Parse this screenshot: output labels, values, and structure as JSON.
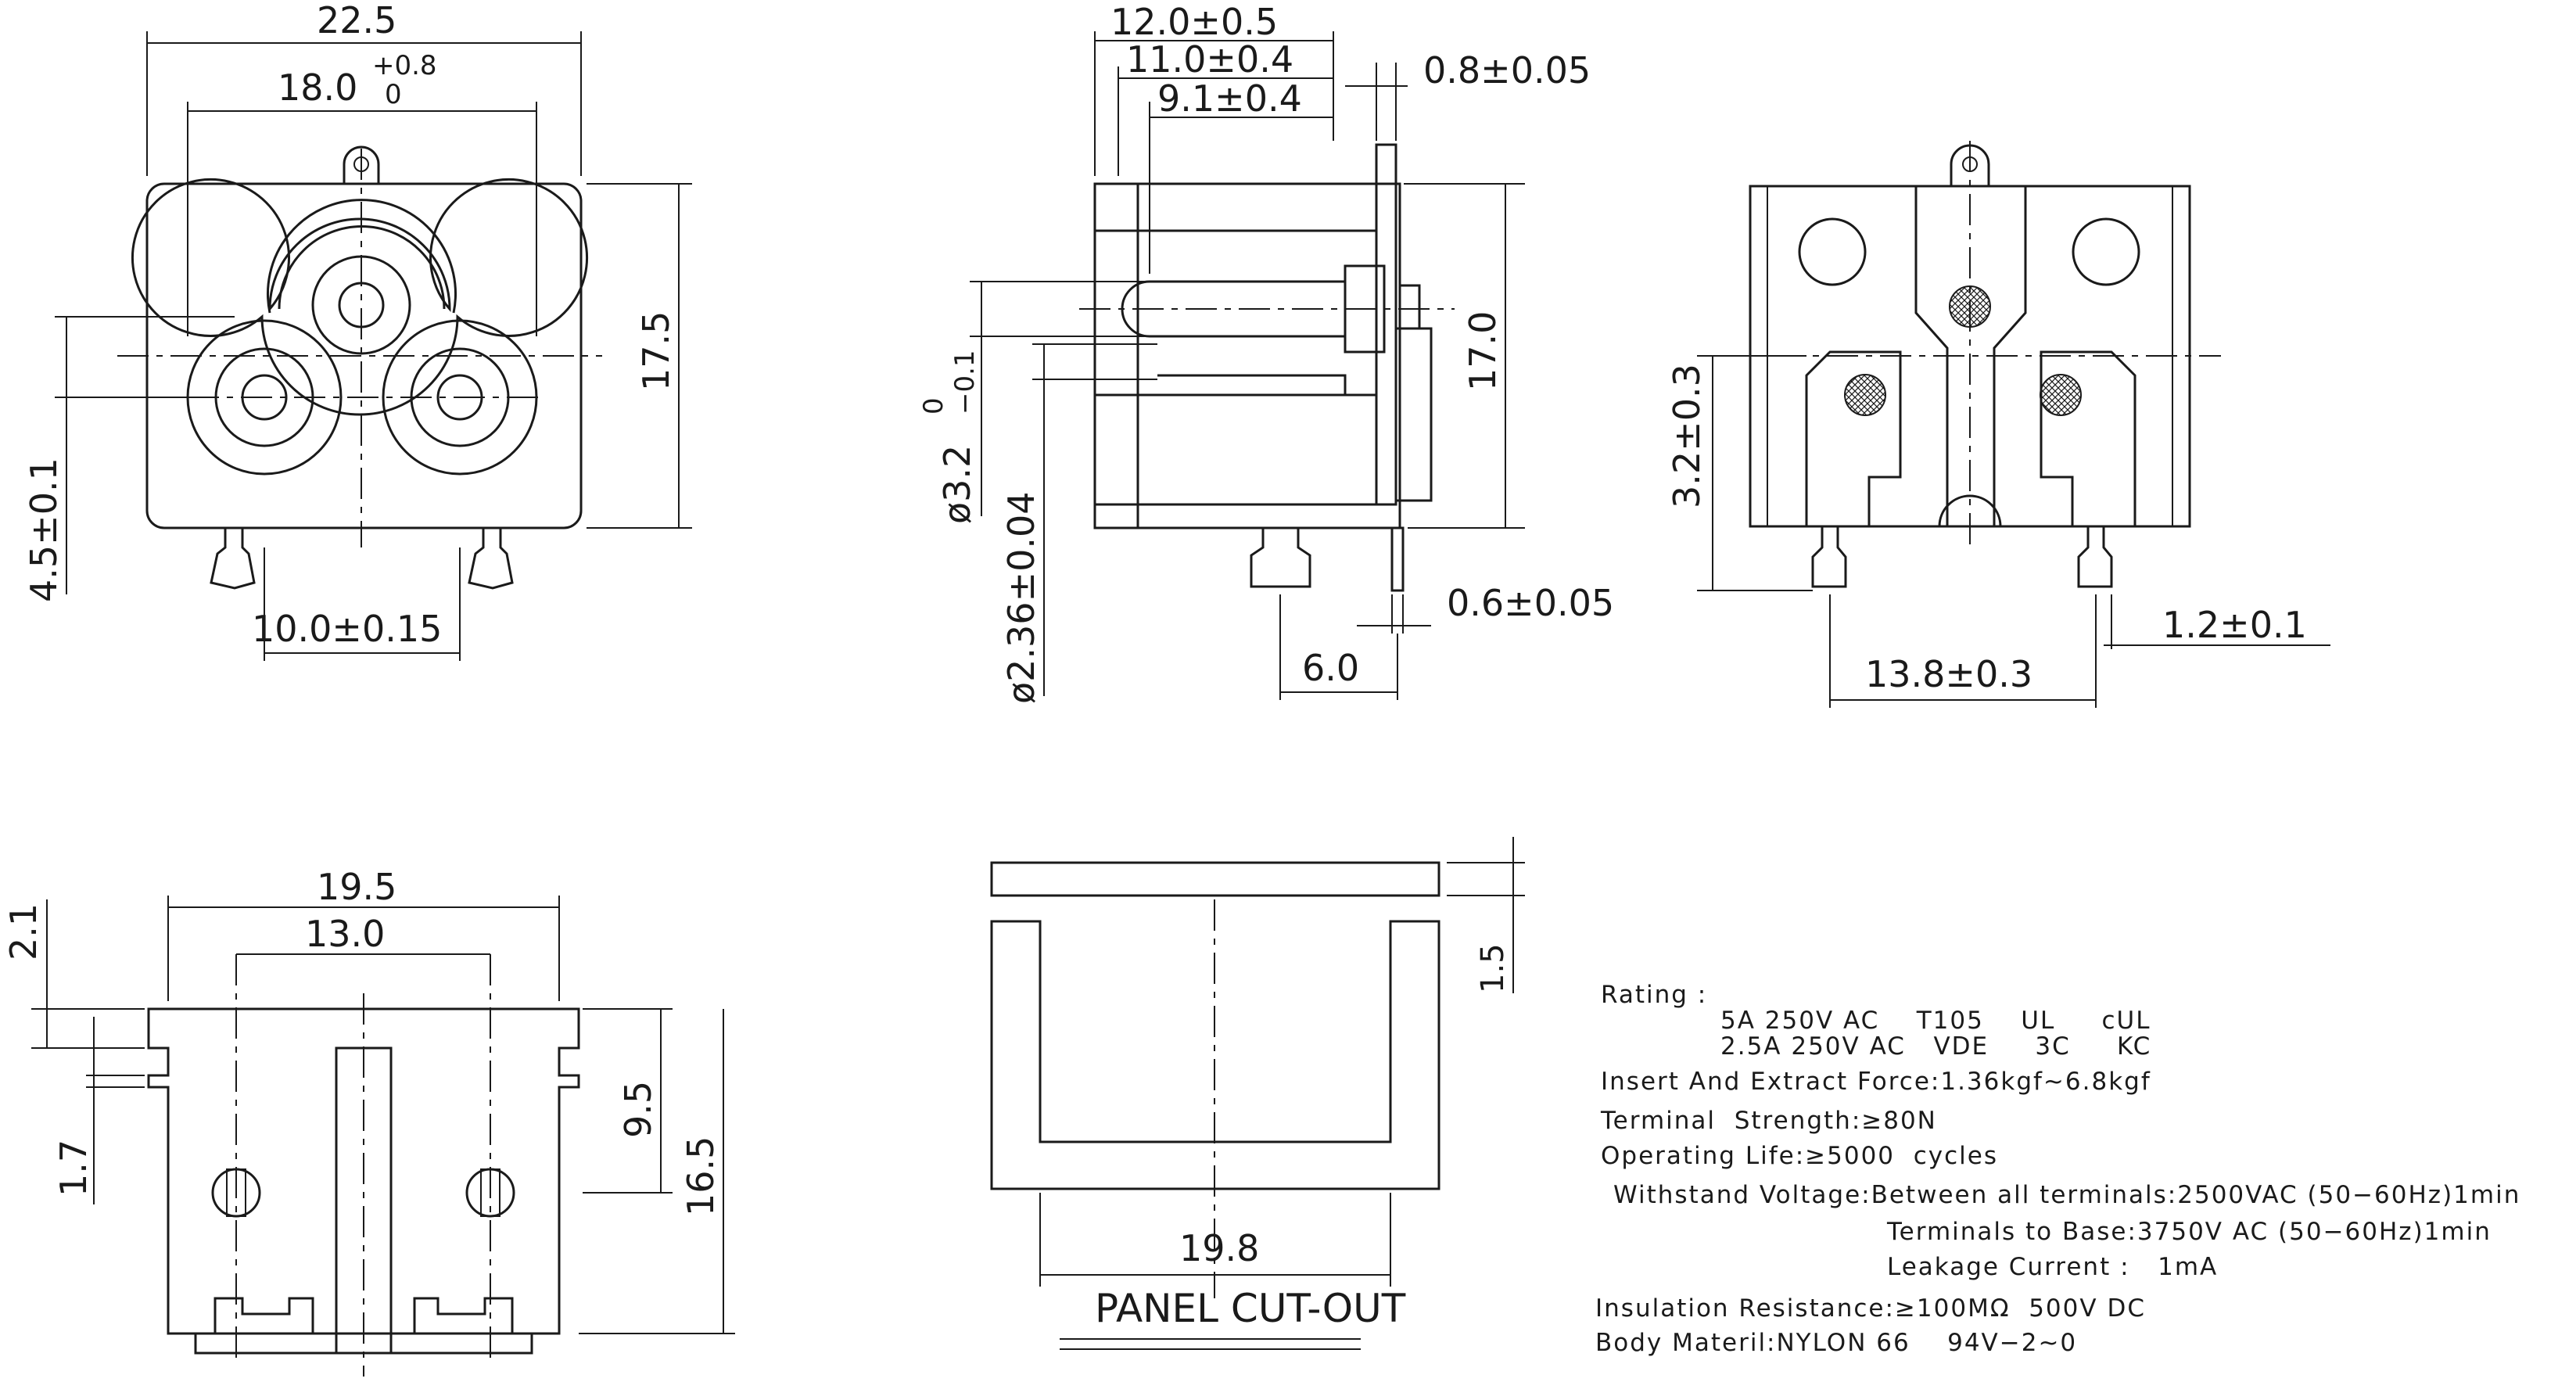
{
  "front_view": {
    "width": "22.5",
    "inner_width_main": "18.0",
    "inner_width_tol_upper": "+0.8",
    "inner_width_tol_lower": "0",
    "height": "17.5",
    "pin_offset": "4.5±0.1",
    "pin_spacing": "10.0±0.15"
  },
  "side_view": {
    "depth_total": "12.0±0.5",
    "depth_body": "11.0±0.4",
    "depth_inner": "9.1±0.4",
    "flange": "0.8±0.05",
    "height": "17.0",
    "hole_dia_main": "ø3.2",
    "hole_dia_tol_upper": "0",
    "hole_dia_tol_lower": "−0.1",
    "pin_dia": "ø2.36±0.04",
    "terminal_thickness": "0.6±0.05",
    "terminal_offset": "6.0"
  },
  "rear_view": {
    "terminal_height": "3.2±0.3",
    "terminal_width": "1.2±0.1",
    "terminal_spacing": "13.8±0.3"
  },
  "bottom_view": {
    "width": "19.5",
    "hole_spacing": "13.0",
    "top_step": "2.1",
    "notch": "1.7",
    "mid_height": "9.5",
    "height": "16.5"
  },
  "panel_cutout": {
    "thickness": "1.5",
    "width": "19.8",
    "label": "PANEL CUT-OUT"
  },
  "specs": {
    "rating_label": "Rating :",
    "rating_row1": "5A 250V AC    T105    UL     cUL",
    "rating_row2": "2.5A 250V AC   VDE     3C     KC",
    "insert_force": "Insert And Extract Force:1.36kgf~6.8kgf",
    "terminal_strength": "Terminal  Strength:≥80N",
    "operating_life": "Operating Life:≥5000  cycles",
    "withstand_1": "Withstand Voltage:Between all terminals:2500VAC (50−60Hz)1min",
    "withstand_2": "Terminals to Base:3750V AC (50−60Hz)1min",
    "leakage": "Leakage Current :   1mA",
    "insulation": "Insulation Resistance:≥100MΩ  500V DC",
    "body_material": "Body Materil:NYLON 66    94V−2~0"
  }
}
